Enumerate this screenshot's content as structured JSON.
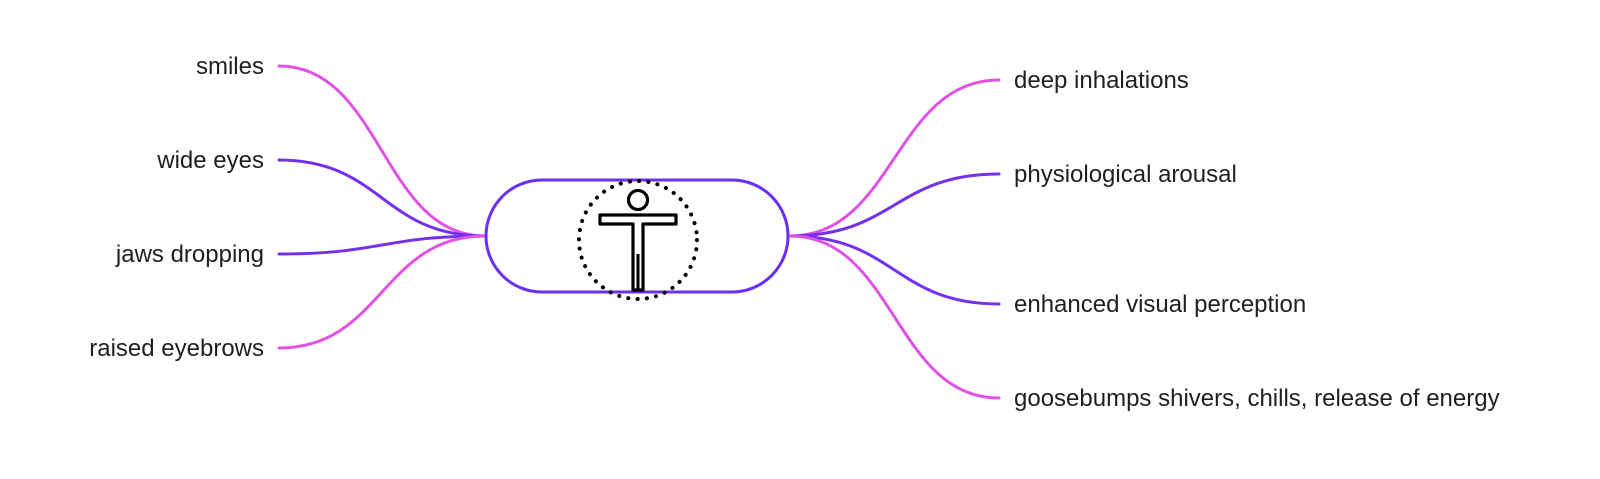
{
  "diagram": {
    "center": {
      "icon": "person-arms-out-icon"
    },
    "colors": {
      "magenta": "#e052e6",
      "violet": "#7331ec",
      "outline": "#6a2ff0",
      "icon": "#000000",
      "text": "#1f1f1f"
    },
    "left_branches": [
      {
        "label": "smiles",
        "color": "magenta"
      },
      {
        "label": "wide eyes",
        "color": "violet"
      },
      {
        "label": "jaws dropping",
        "color": "violet"
      },
      {
        "label": "raised eyebrows",
        "color": "magenta"
      }
    ],
    "right_branches": [
      {
        "label": "deep inhalations",
        "color": "magenta"
      },
      {
        "label": "physiological arousal",
        "color": "violet"
      },
      {
        "label": "enhanced visual perception",
        "color": "violet"
      },
      {
        "label": "goosebumps shivers, chills, release of energy",
        "color": "magenta"
      }
    ]
  }
}
